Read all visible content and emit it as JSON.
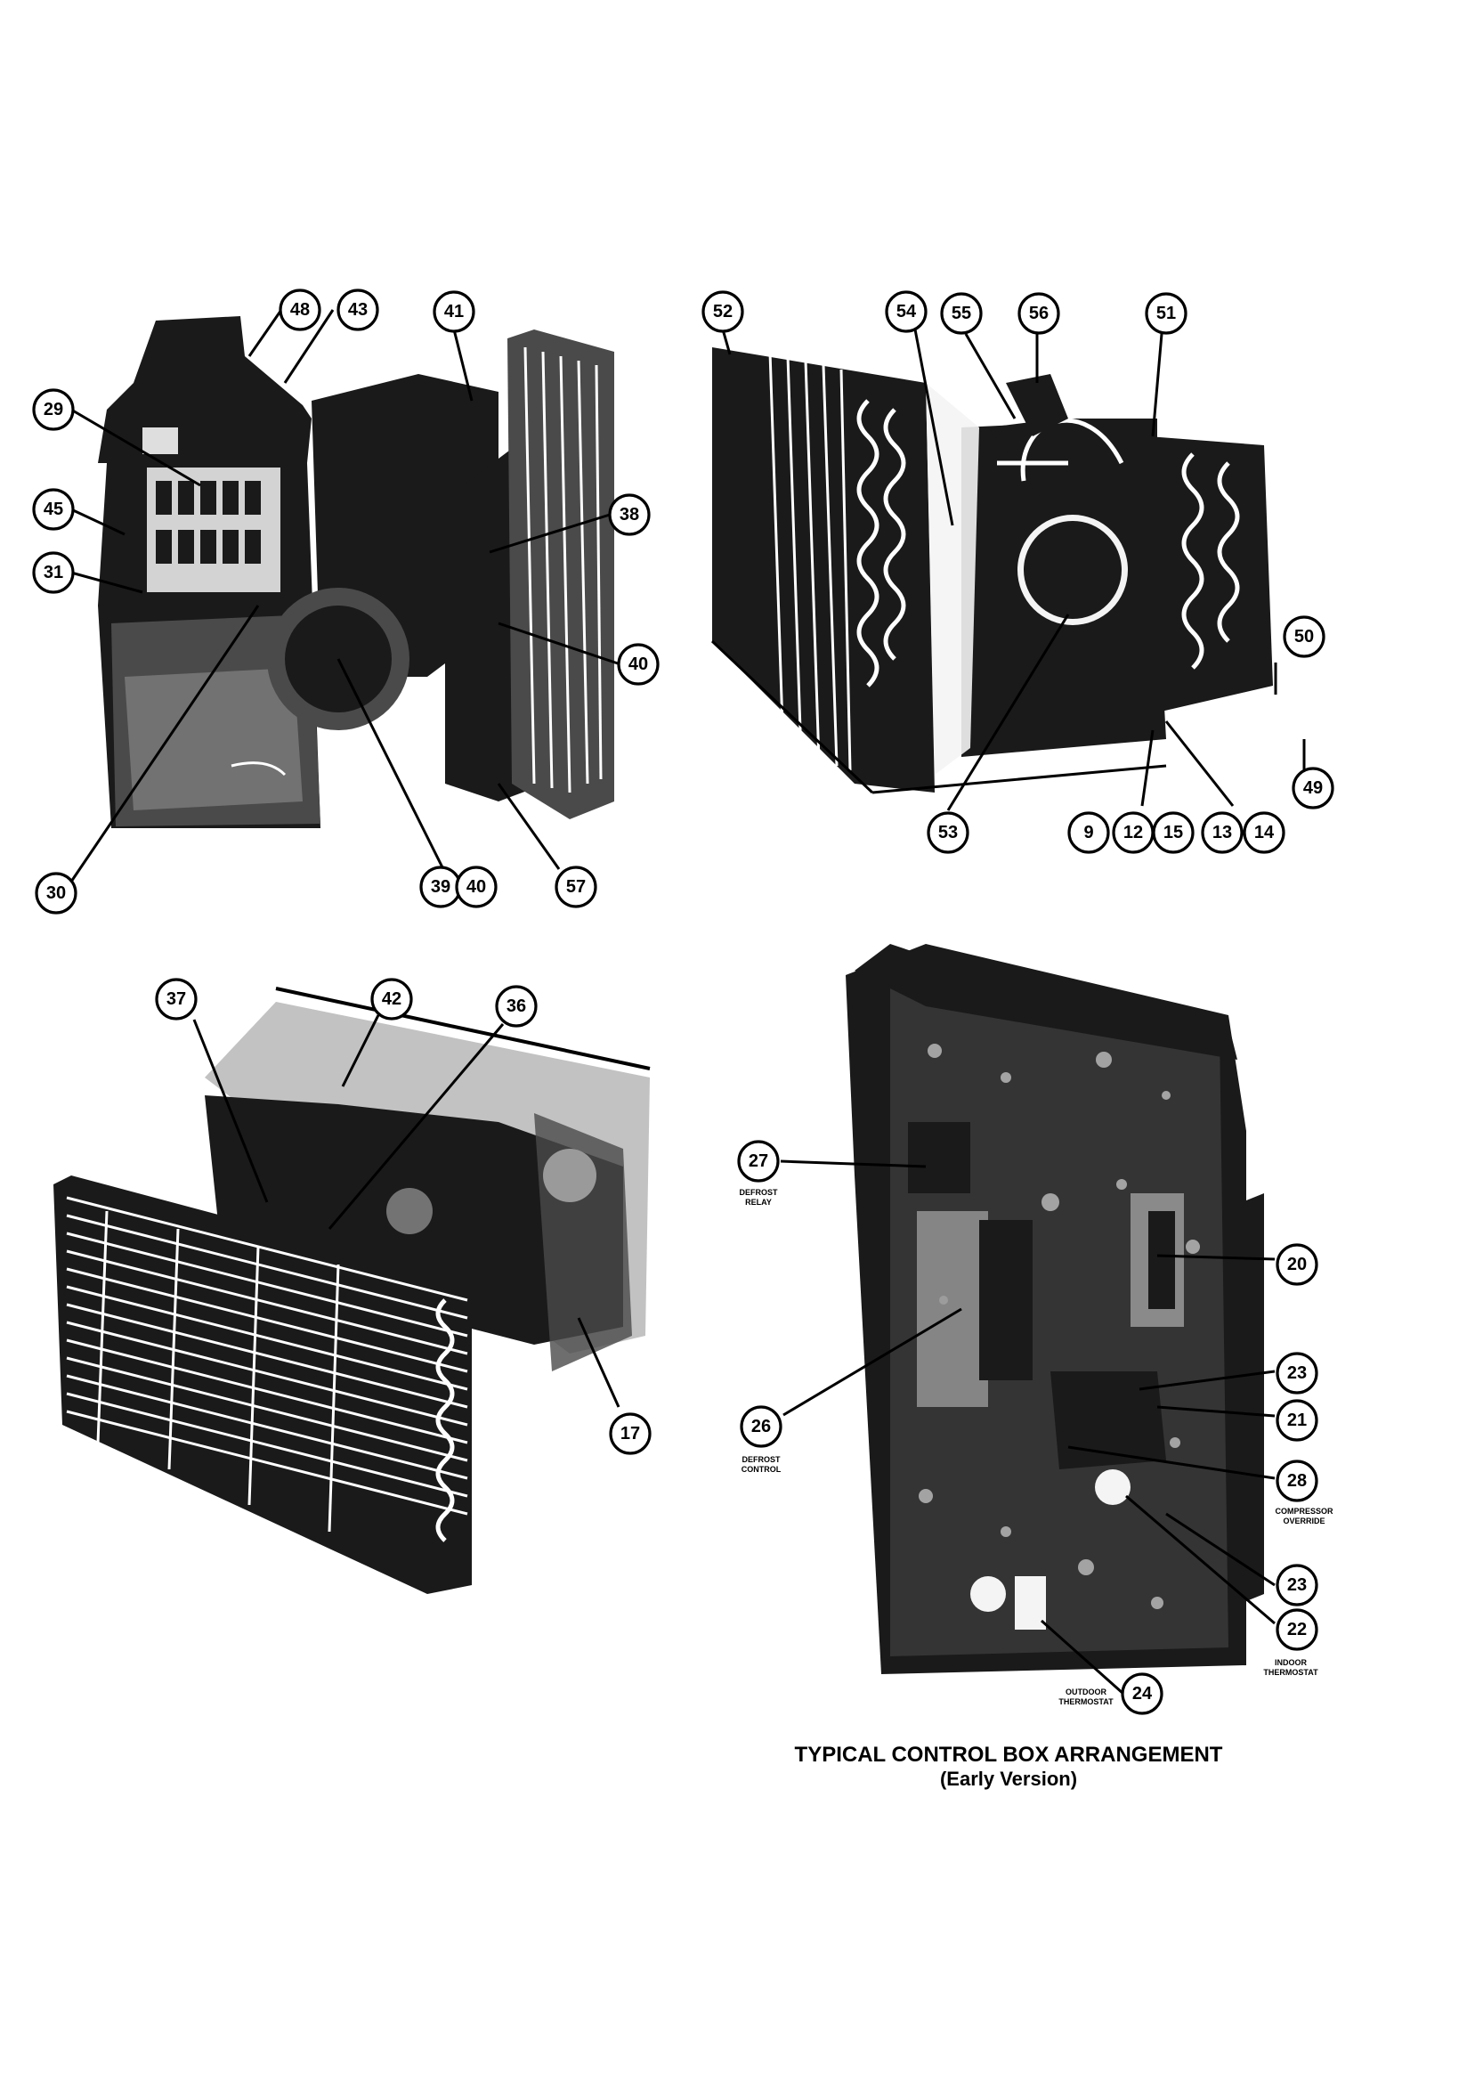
{
  "caption": {
    "title": "TYPICAL CONTROL BOX ARRANGEMENT",
    "subtitle": "(Early Version)"
  },
  "small_labels": {
    "defrost_relay": [
      "DEFROST",
      "RELAY"
    ],
    "defrost_control": [
      "DEFROST",
      "CONTROL"
    ],
    "compressor_override": [
      "COMPRESSOR",
      "OVERRIDE"
    ],
    "indoor_thermostat": [
      "INDOOR",
      "THERMOSTAT"
    ],
    "outdoor_thermostat": [
      "OUTDOOR",
      "THERMOSTAT"
    ]
  },
  "callouts": {
    "c48": "48",
    "c43": "43",
    "c41": "41",
    "c29": "29",
    "c45": "45",
    "c31": "31",
    "c38": "38",
    "c40a": "40",
    "c30": "30",
    "c39": "39",
    "c40b": "40",
    "c57": "57",
    "c52": "52",
    "c54": "54",
    "c55": "55",
    "c56": "56",
    "c51": "51",
    "c50": "50",
    "c49": "49",
    "c53": "53",
    "c9": "9",
    "c12": "12",
    "c15": "15",
    "c13": "13",
    "c14": "14",
    "c37": "37",
    "c42": "42",
    "c36": "36",
    "c17": "17",
    "c27": "27",
    "c20": "20",
    "c23a": "23",
    "c21": "21",
    "c26": "26",
    "c28": "28",
    "c23b": "23",
    "c22": "22",
    "c24": "24"
  }
}
